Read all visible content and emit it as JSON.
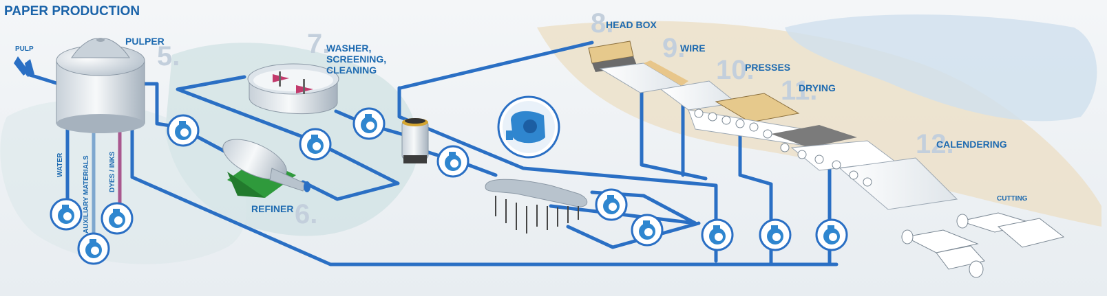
{
  "title": "PAPER PRODUCTION",
  "inputs": {
    "pulp": "PULP",
    "water": "WATER",
    "auxiliary": "AUXILIARY MATERIALS",
    "dyes": "DYES / INKS"
  },
  "stages": [
    {
      "key": "pulper",
      "number": "5.",
      "label": "PULPER"
    },
    {
      "key": "refiner",
      "number": "6.",
      "label": "REFINER"
    },
    {
      "key": "washer",
      "number": "7.",
      "label": "WASHER,\nSCREENING,\nCLEANING"
    },
    {
      "key": "headbox",
      "number": "8.",
      "label": "HEAD BOX"
    },
    {
      "key": "wire",
      "number": "9.",
      "label": "WIRE"
    },
    {
      "key": "presses",
      "number": "10.",
      "label": "PRESSES"
    },
    {
      "key": "drying",
      "number": "11.",
      "label": "DRYING"
    },
    {
      "key": "calendering",
      "number": "12.",
      "label": "CALENDERING"
    }
  ],
  "cutting": "CUTTING",
  "colors": {
    "pipe": "#2a6fc4",
    "accent": "#1d6ab0",
    "number": "#c3cfdc",
    "pump": "#2f86cf",
    "dye_pipe": "#a9588f",
    "aux_pipe": "#7ea7cf"
  },
  "icons": [
    "pump-icon",
    "pulper-tank-icon",
    "refiner-icon",
    "washer-tank-icon",
    "cleaner-icon",
    "screening-rack-icon",
    "main-pump-icon",
    "paper-machine-icon",
    "paper-roll-icon"
  ]
}
